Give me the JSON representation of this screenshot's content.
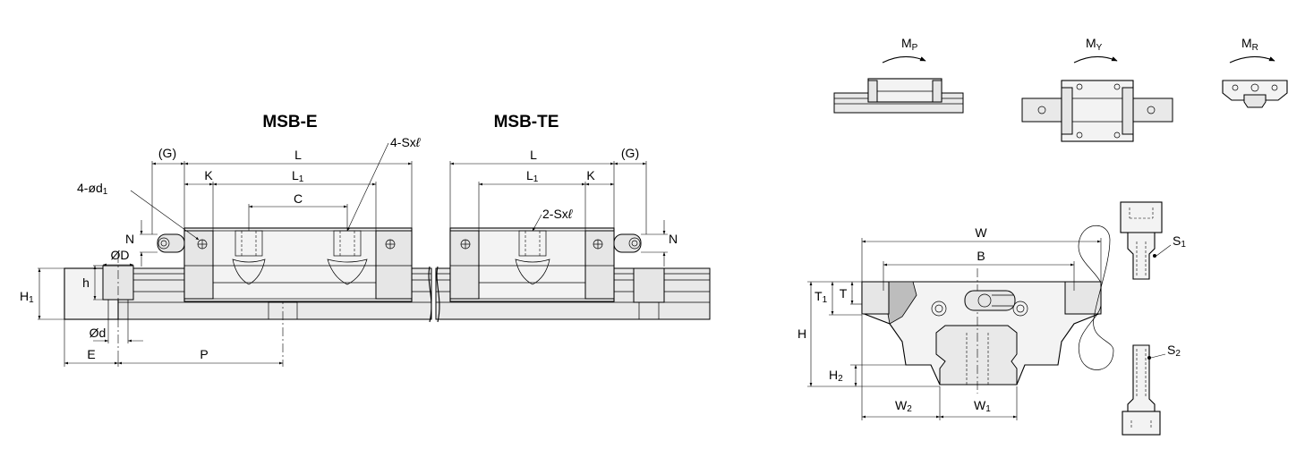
{
  "titles": {
    "standard_block": "MSB-E",
    "tapped_block": "MSB-TE"
  },
  "side_view": {
    "grease_gap_left": "(G)",
    "grease_gap_right": "(G)",
    "length_left": "L",
    "length_right": "L",
    "end_seal_left": "K",
    "end_seal_right": "K",
    "body_length_left": "L",
    "body_length_left_sub": "1",
    "body_length_right": "L",
    "body_length_right_sub": "1",
    "hole_pitch": "C",
    "tap_four": "4-Sx",
    "tap_two": "2-Sx",
    "tap_depth_symbol": "ℓ",
    "end_holes": "4-ød",
    "end_holes_sub": "1",
    "nipple_height_left": "N",
    "nipple_height_right": "N",
    "counterbore_dia": "ØD",
    "counterbore_depth": "h",
    "rail_height": "H",
    "rail_height_sub": "1",
    "bolt_hole_dia": "Ød",
    "end_distance": "E",
    "rail_pitch": "P"
  },
  "moment_labels": [
    {
      "letter": "M",
      "sub": "P"
    },
    {
      "letter": "M",
      "sub": "Y"
    },
    {
      "letter": "M",
      "sub": "R"
    }
  ],
  "front_view": {
    "width": "W",
    "mount_span": "B",
    "top_thickness": "T",
    "top_thickness_sub": "1",
    "flange_thickness": "T",
    "total_height": "H",
    "clearance": "H",
    "clearance_sub": "2",
    "side_offset": "W",
    "side_offset_sub": "2",
    "rail_width": "W",
    "rail_width_sub": "1",
    "screw_one": "S",
    "screw_one_sub": "1",
    "screw_two": "S",
    "screw_two_sub": "2"
  }
}
